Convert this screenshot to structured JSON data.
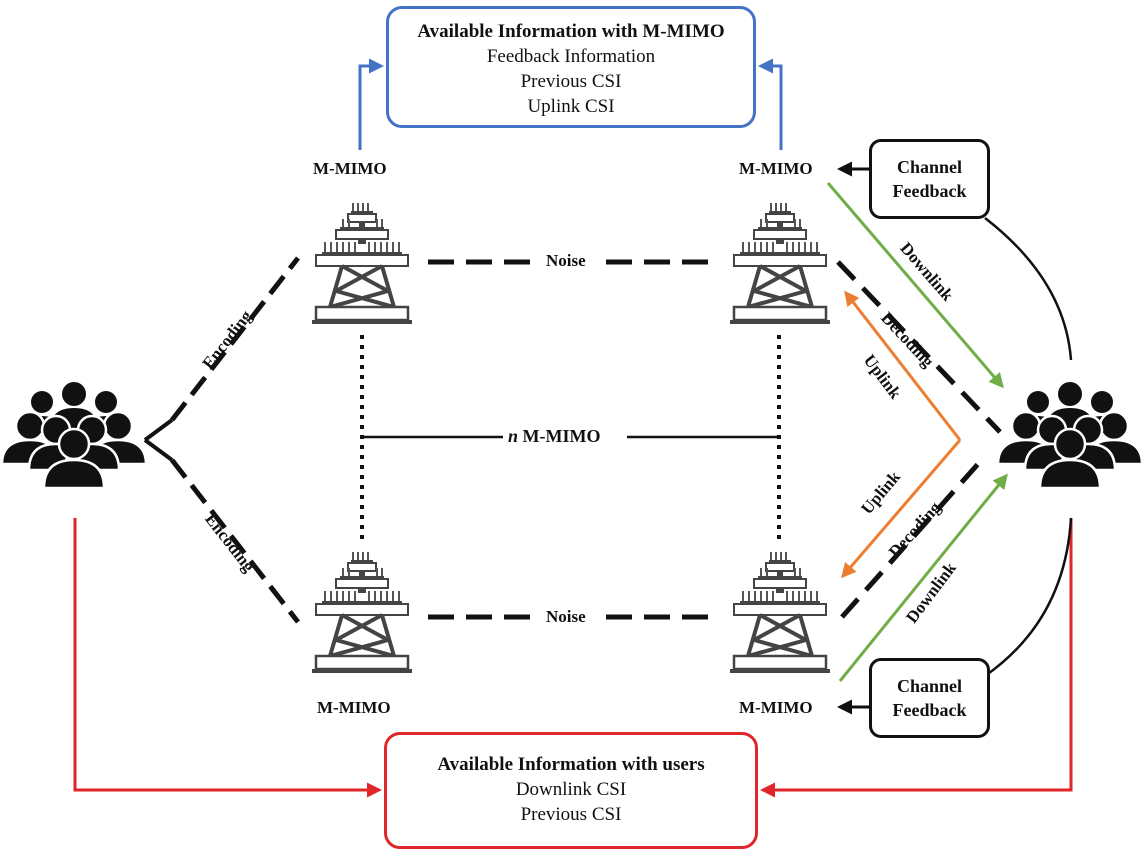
{
  "top_info": {
    "title": "Available Information with M-MIMO",
    "items": [
      "Feedback Information",
      "Previous CSI",
      "Uplink CSI"
    ]
  },
  "bottom_info": {
    "title": "Available Information with users",
    "items": [
      "Downlink CSI",
      "Previous CSI"
    ]
  },
  "feedback_top": {
    "line1": "Channel",
    "line2": "Feedback"
  },
  "feedback_bottom": {
    "line1": "Channel",
    "line2": "Feedback"
  },
  "towers": {
    "top_left": "M-MIMO",
    "top_right": "M-MIMO",
    "bottom_left": "M-MIMO",
    "bottom_right": "M-MIMO"
  },
  "links": {
    "noise_top": "Noise",
    "noise_bottom": "Noise",
    "encoding_top": "Encoding",
    "encoding_bottom": "Encoding",
    "n_prefix": "n",
    "n_mimo": " M-MIMO",
    "downlink_top": "Downlink",
    "downlink_bottom": "Downlink",
    "decoding_top": "Decoding",
    "decoding_bottom": "Decoding",
    "uplink_top": "Uplink",
    "uplink_bottom": "Uplink"
  },
  "colors": {
    "blue": "#4472c4",
    "red": "#e0262a",
    "green": "#70ad47",
    "orange": "#ed7d31",
    "black": "#111111"
  }
}
